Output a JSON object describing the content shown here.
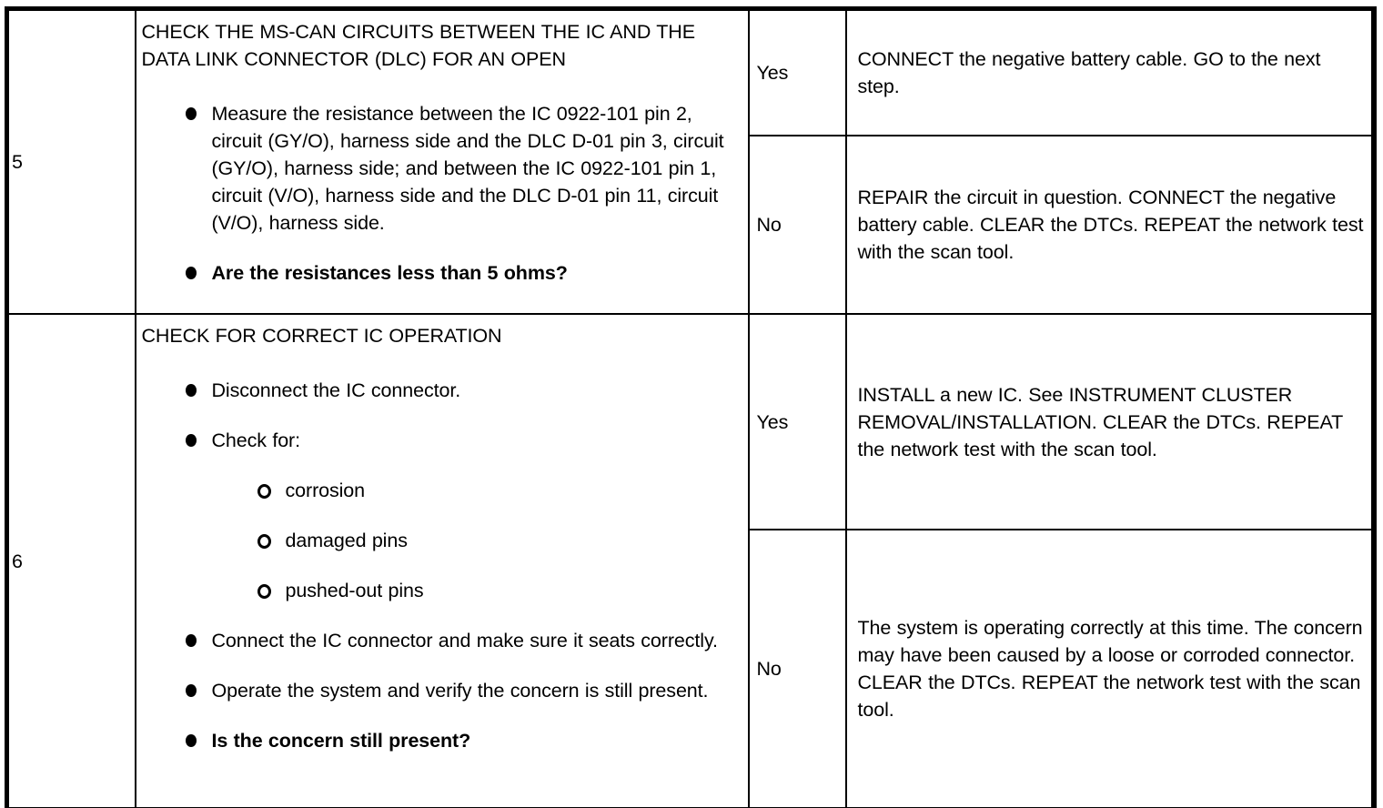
{
  "colors": {
    "text": "#000000",
    "border": "#000000",
    "background": "#ffffff"
  },
  "steps": [
    {
      "number": "5",
      "title": "CHECK THE MS-CAN CIRCUITS BETWEEN THE IC AND THE DATA LINK CONNECTOR (DLC) FOR AN OPEN",
      "bullets": [
        "Measure the resistance between the IC 0922-101 pin 2, circuit (GY/O), harness side and the DLC D-01 pin 3, circuit (GY/O), harness side; and between the IC 0922-101 pin 1, circuit (V/O), harness side and the DLC D-01 pin 11, circuit (V/O), harness side.",
        "Are the resistances less than 5 ohms?"
      ],
      "yes_label": "Yes",
      "yes_action": "CONNECT the negative battery cable. GO to the next step.",
      "no_label": "No",
      "no_action": "REPAIR the circuit in question. CONNECT the negative battery cable. CLEAR the DTCs. REPEAT the network test with the scan tool."
    },
    {
      "number": "6",
      "title": "CHECK FOR CORRECT IC OPERATION",
      "bullets": [
        "Disconnect the IC connector.",
        "Check for:",
        "corrosion",
        "damaged pins",
        "pushed-out pins",
        "Connect the IC connector and make sure it seats correctly.",
        "Operate the system and verify the concern is still present.",
        "Is the concern still present?"
      ],
      "yes_label": "Yes",
      "yes_action": "INSTALL a new IC. See INSTRUMENT CLUSTER REMOVAL/INSTALLATION. CLEAR the DTCs. REPEAT the network test with the scan tool.",
      "no_label": "No",
      "no_action": "The system is operating correctly at this time. The concern may have been caused by a loose or corroded connector. CLEAR the DTCs. REPEAT the network test with the scan tool."
    }
  ]
}
